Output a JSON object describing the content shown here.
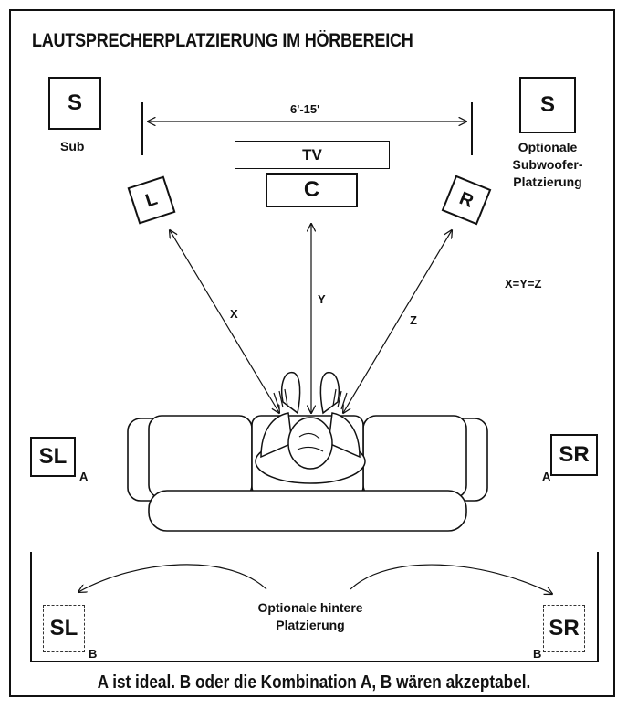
{
  "title": "LAUTSPRECHERPLATZIERUNG IM HÖRBEREICH",
  "distance_label": "6'-15'",
  "equation": "X=Y=Z",
  "speakers": {
    "sub_left": "S",
    "sub_right": "S",
    "tv": "TV",
    "center": "C",
    "left": "L",
    "right": "R",
    "surround_left_a": "SL",
    "surround_right_a": "SR",
    "surround_left_b": "SL",
    "surround_right_b": "SR"
  },
  "labels": {
    "sub": "Sub",
    "optional_sub": [
      "Optionale",
      "Subwoofer-",
      "Platzierung"
    ],
    "x": "X",
    "y": "Y",
    "z": "Z",
    "a": "A",
    "b": "B",
    "optional_rear": [
      "Optionale hintere",
      "Platzierung"
    ]
  },
  "footer": "A ist ideal. B oder die Kombination A, B wären akzeptabel."
}
